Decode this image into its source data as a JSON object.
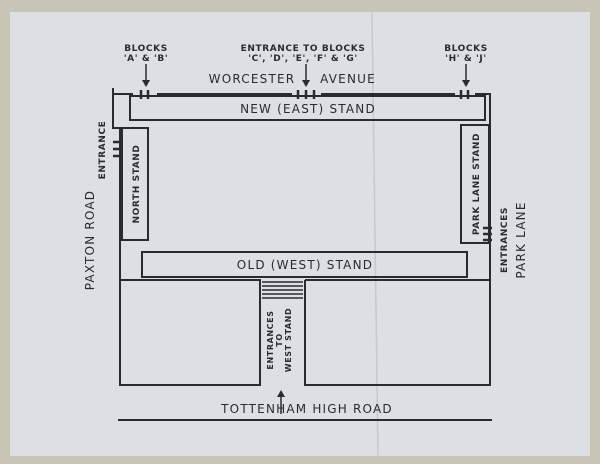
{
  "colors": {
    "paper": "#dcdfe4",
    "ink": "#2b2b2e",
    "background": "#c9c5b6"
  },
  "top": {
    "blocks_ab": {
      "line1": "BLOCKS",
      "line2": "'A' & 'B'"
    },
    "entrance_cdefg": {
      "line1": "ENTRANCE TO BLOCKS",
      "line2": "'C', 'D', 'E', 'F' & 'G'"
    },
    "blocks_hj": {
      "line1": "BLOCKS",
      "line2": "'H' & 'J'"
    },
    "road_word1": "WORCESTER",
    "road_word2": "AVENUE"
  },
  "stands": {
    "east": "NEW (EAST) STAND",
    "north": "NORTH STAND",
    "park_lane": "PARK LANE STAND",
    "west": "OLD (WEST) STAND"
  },
  "left": {
    "road": "PAXTON ROAD",
    "entrance": "ENTRANCE"
  },
  "right": {
    "entrances": "ENTRANCES",
    "road": "PARK LANE"
  },
  "bottom": {
    "entrances_line1": "ENTRANCES",
    "entrances_line2": "TO",
    "entrances_line3": "WEST STAND",
    "road": "TOTTENHAM HIGH ROAD"
  }
}
